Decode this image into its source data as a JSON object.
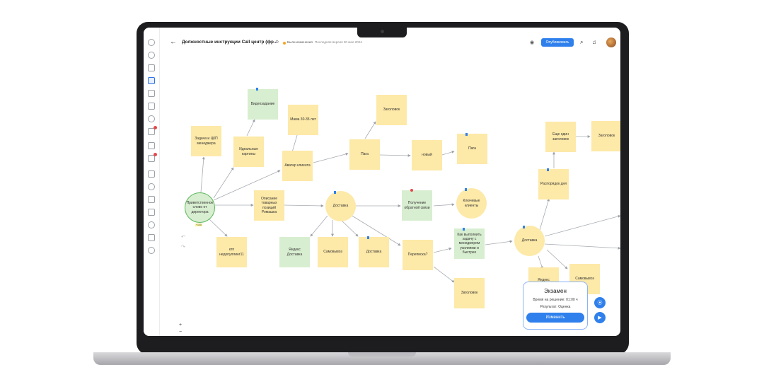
{
  "header": {
    "back_icon": "arrow-left-icon",
    "title": "Должностные инструкции Call центр (фр...",
    "status": "Были изменения",
    "version": "Последняя версия 30 мая 2024",
    "publish_label": "Опубликовать",
    "accent": "#2f80ed"
  },
  "sidebar": {
    "icons": [
      "dashboard-icon",
      "user-icon",
      "structure-icon",
      "branch-icon",
      "document-icon",
      "chat-icon",
      "link-icon",
      "checklist-icon",
      "calendar-icon",
      "tasks-icon",
      "chart-icon",
      "link-icon",
      "book-icon",
      "archive-icon",
      "compass-icon",
      "cart-icon",
      "settings-icon"
    ]
  },
  "nodes": {
    "welcome": "Приветственное слово от директора",
    "welcome_tag": "+100",
    "task": "Задача и ЦКП менеджера",
    "ideal": "Идеальные картины",
    "video": "Видеозадание",
    "avatar": "Аватар клиента",
    "mom": "Мама 30-35 лет",
    "paga1": "Пага",
    "heading1": "Заголовок",
    "new": "новый",
    "paga2": "Пага",
    "describe": "Описание товарных позиций Ромашка",
    "delivery1": "Доставка",
    "feedback": "Получение обратной связи",
    "key_clients": "Ключевые клиенты",
    "ktp": "ктп недопуллинг11",
    "yandex1": "Яндекс Доставка",
    "pickup1": "Самовывоз",
    "delivery2": "Доставка",
    "correspond": "Переписка?",
    "how_task": "Как выполнить задачу с менеджером усилиями и быстрее",
    "heading2": "Заголовок",
    "delivery3": "Доставка",
    "schedule": "Распорядок дня",
    "one_more": "Еще один заголовок",
    "heading3": "Заголовок",
    "yandex2": "Яндекс Доставка",
    "pickup2": "Самовывоз"
  },
  "exam": {
    "title": "Экзамен",
    "time": "Время на решение: 01:00 ч",
    "result": "Результат: Оценка",
    "button": "Изменить"
  },
  "canvas_controls": {
    "zoom_in": "+",
    "zoom_out": "−",
    "fit": "⛶",
    "hand": "✋"
  }
}
